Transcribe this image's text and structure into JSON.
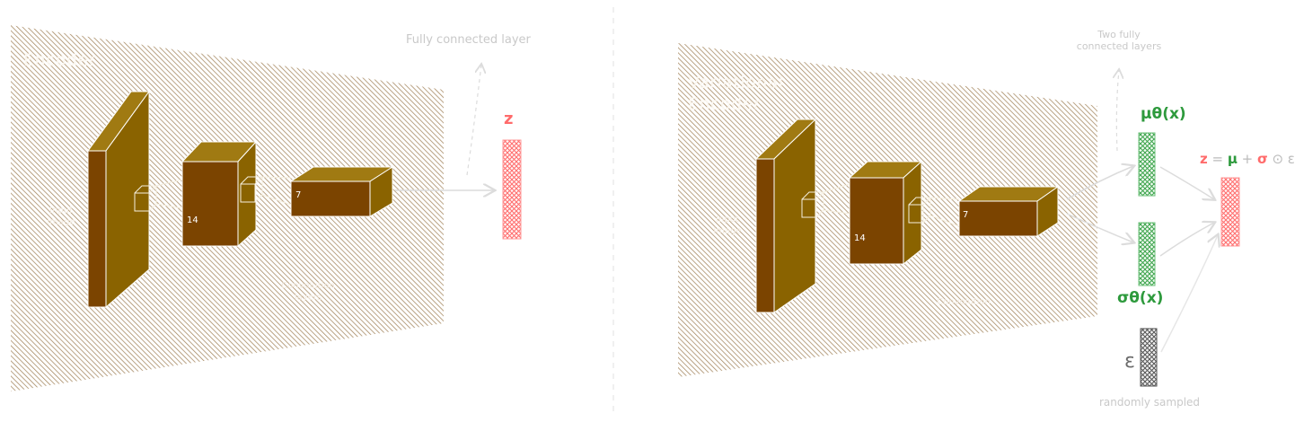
{
  "left_panel": {
    "title": "Encoder",
    "input_label": "Input\nimage",
    "conv_label": "Convolution\nlayers",
    "fc_label": "Fully connected layer",
    "box2_size": "14",
    "box3_size": "7",
    "output_label": "z"
  },
  "right_panel": {
    "title": "Variational\nEncoder",
    "input_label": "Input\nimage",
    "conv_label": "Convolution",
    "fc_label": "Two fully\nconnected layers",
    "box2_size": "14",
    "box3_size": "7",
    "mu_label": "μθ(x)",
    "sigma_label": "σθ(x)",
    "epsilon_label": "ε",
    "random_label": "randomly sampled",
    "formula": {
      "z": "z",
      "eq": " = ",
      "mu": "μ",
      "plus": " + ",
      "sigma": "σ",
      "odot": " ⊙ ",
      "eps": "ε"
    }
  },
  "colors": {
    "hatch": "#a4865e",
    "box_dark": "#7b4400",
    "box_front": "#8a6300",
    "box_top": "#a07a12",
    "z_red": "#ff6b6b",
    "green": "#2e9a3d",
    "grey": "#9a9a9a"
  }
}
